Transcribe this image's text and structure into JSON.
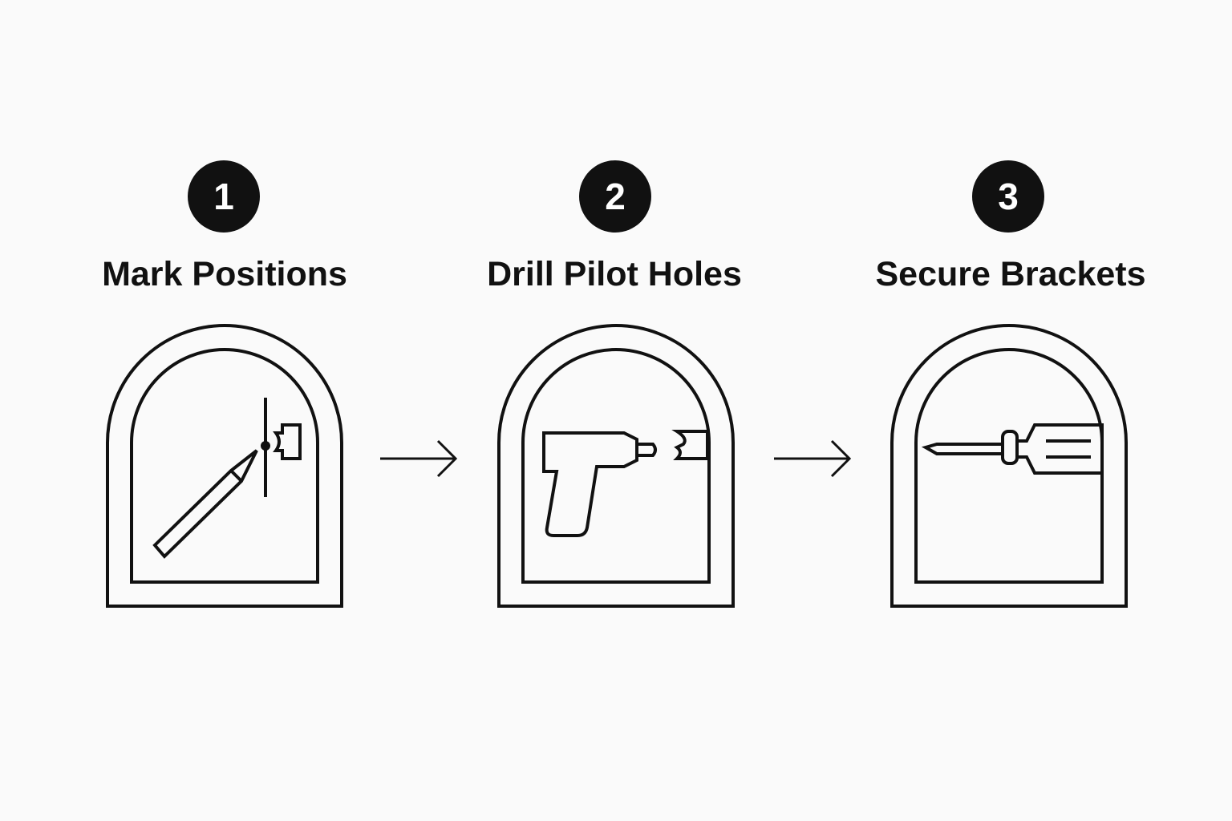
{
  "colors": {
    "ink": "#111111",
    "background": "#fafafa",
    "badge_text": "#ffffff"
  },
  "steps": [
    {
      "number": "1",
      "title": "Mark Positions",
      "icon": "pencil-icon"
    },
    {
      "number": "2",
      "title": "Drill Pilot Holes",
      "icon": "drill-icon"
    },
    {
      "number": "3",
      "title": "Secure Brackets",
      "icon": "screwdriver-icon"
    }
  ],
  "connectors": [
    "arrow-right-icon",
    "arrow-right-icon"
  ]
}
